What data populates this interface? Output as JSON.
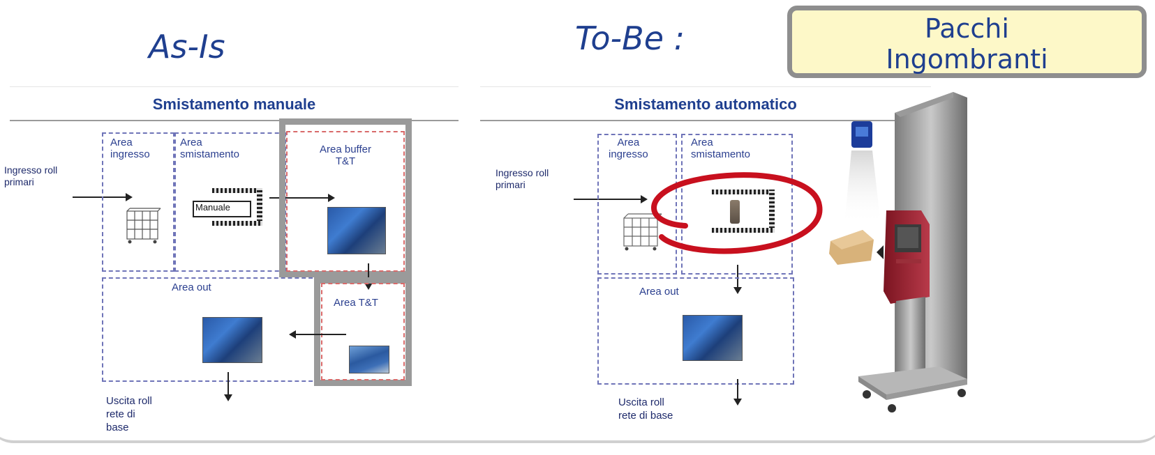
{
  "headings": {
    "as_is": "As-Is",
    "to_be": "To-Be :"
  },
  "badge": {
    "line1": "Pacchi",
    "line2": "Ingombranti"
  },
  "left_panel": {
    "title": "Smistamento manuale",
    "ingresso": "Ingresso roll\nprimari",
    "area_ingresso": "Area\ningresso",
    "area_smistamento": "Area\nsmistamento",
    "manuale": "Manuale",
    "area_buffer": "Area buffer\nT&T",
    "area_out": "Area out",
    "area_tt": "Area T&T",
    "uscita": "Uscita roll\nrete di\nbase"
  },
  "right_panel": {
    "title": "Smistamento automatico",
    "ingresso": "Ingresso roll\nprimari",
    "area_ingresso": "Area\ningresso",
    "area_smistamento": "Area\nsmistamento",
    "area_out": "Area out",
    "uscita": "Uscita roll\nrete di base"
  },
  "colors": {
    "heading": "#1f3f8f",
    "badge_fill": "#fdf8c8",
    "frame_gray": "#9a9a9a",
    "highlight_red": "#c8101e"
  }
}
